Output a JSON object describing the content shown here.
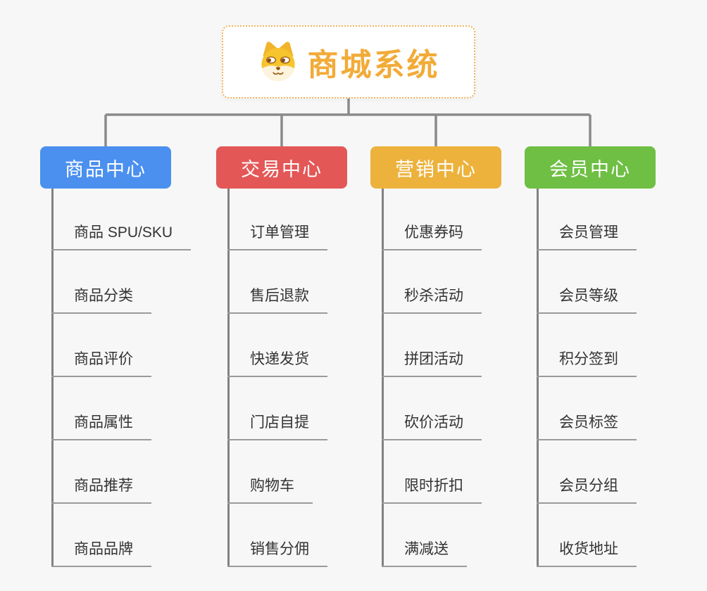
{
  "canvas": {
    "background": "#f7f7f7",
    "connector_color": "#8a8a8a",
    "branch_line_color": "#828282",
    "leaf_underline_color": "#9a9a9a"
  },
  "root": {
    "title": "商城系统",
    "icon": "shiba-dog-icon",
    "text_color": "#f2ab38",
    "border_color": "#f2b35c",
    "background": "#ffffff"
  },
  "branches": [
    {
      "label": "商品中心",
      "color": "#4b90ef",
      "items": [
        "商品 SPU/SKU",
        "商品分类",
        "商品评价",
        "商品属性",
        "商品推荐",
        "商品品牌"
      ]
    },
    {
      "label": "交易中心",
      "color": "#e45757",
      "items": [
        "订单管理",
        "售后退款",
        "快递发货",
        "门店自提",
        "购物车",
        "销售分佣"
      ]
    },
    {
      "label": "营销中心",
      "color": "#edb23c",
      "items": [
        "优惠券码",
        "秒杀活动",
        "拼团活动",
        "砍价活动",
        "限时折扣",
        "满减送"
      ]
    },
    {
      "label": "会员中心",
      "color": "#6ebf43",
      "items": [
        "会员管理",
        "会员等级",
        "积分签到",
        "会员标签",
        "会员分组",
        "收货地址"
      ]
    }
  ]
}
